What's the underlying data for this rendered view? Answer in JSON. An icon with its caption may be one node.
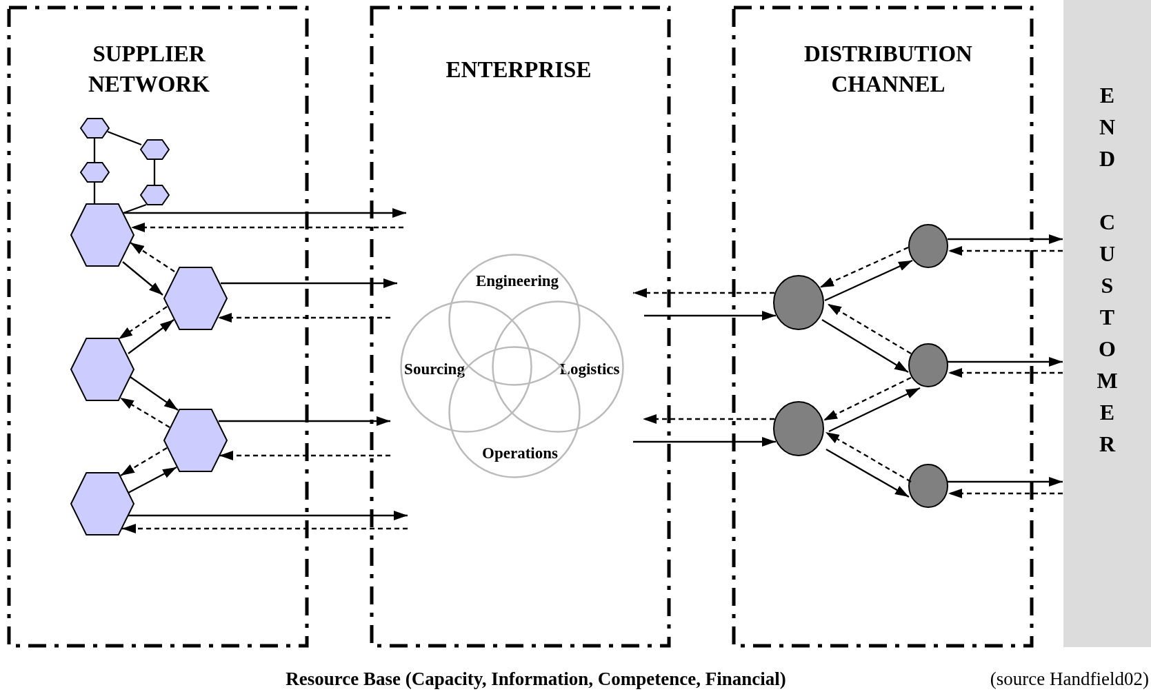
{
  "diagram": {
    "nodes": [
      {
        "text": [
          "SUPPLIER NETWORK"
        ]
      },
      {
        "text": [
          "ENTERPRISE"
        ]
      },
      {
        "text": [
          "DISTRIBUTION CHANNEL"
        ]
      },
      {
        "text": [
          "END CUSTOMER"
        ]
      },
      {
        "text": [],
        "shape": "hexagon",
        "in": 0
      },
      {
        "text": [],
        "shape": "hexagon",
        "in": 0
      },
      {
        "text": [],
        "shape": "hexagon",
        "in": 0
      },
      {
        "text": [],
        "shape": "hexagon",
        "in": 0
      },
      {
        "text": [],
        "shape": "hexagon",
        "in": 0
      },
      {
        "text": [],
        "shape": "hexagon",
        "in": 0
      },
      {
        "text": [],
        "shape": "hexagon",
        "in": 0
      },
      {
        "text": [],
        "shape": "hexagon",
        "in": 0
      },
      {
        "text": [],
        "shape": "hexagon",
        "in": 0
      },
      {
        "text": [
          "Engineering"
        ],
        "in": 1
      },
      {
        "text": [
          "Sourcing"
        ],
        "in": 1
      },
      {
        "text": [
          "Logistics"
        ],
        "in": 1
      },
      {
        "text": [
          "Operations"
        ],
        "in": 1
      },
      {
        "text": [],
        "shape": "circle",
        "in": 2
      },
      {
        "text": [],
        "shape": "circle",
        "in": 2
      },
      {
        "text": [],
        "shape": "circle",
        "in": 2
      },
      {
        "text": [],
        "shape": "circle",
        "in": 2
      },
      {
        "text": [],
        "shape": "circle",
        "in": 2
      }
    ],
    "edges": [
      {
        "from": 4,
        "to": 5,
        "arrow": "none"
      },
      {
        "from": 4,
        "to": 6,
        "arrow": "none"
      },
      {
        "from": 5,
        "to": 8,
        "arrow": "none"
      },
      {
        "from": 6,
        "to": 7,
        "arrow": "none"
      },
      {
        "from": 7,
        "to": 8,
        "arrow": "none"
      },
      {
        "from": 8,
        "to": 1,
        "arrow": "to"
      },
      {
        "from": 1,
        "to": 8,
        "arrow": "to",
        "style": "dashed"
      },
      {
        "from": 8,
        "to": 9,
        "arrow": "to"
      },
      {
        "from": 9,
        "to": 8,
        "arrow": "to",
        "style": "dashed"
      },
      {
        "from": 9,
        "to": 1,
        "arrow": "to"
      },
      {
        "from": 1,
        "to": 9,
        "arrow": "to",
        "style": "dashed"
      },
      {
        "from": 10,
        "to": 9,
        "arrow": "to"
      },
      {
        "from": 9,
        "to": 10,
        "arrow": "to",
        "style": "dashed"
      },
      {
        "from": 10,
        "to": 11,
        "arrow": "to"
      },
      {
        "from": 11,
        "to": 10,
        "arrow": "to",
        "style": "dashed"
      },
      {
        "from": 11,
        "to": 1,
        "arrow": "to"
      },
      {
        "from": 1,
        "to": 11,
        "arrow": "to",
        "style": "dashed"
      },
      {
        "from": 12,
        "to": 11,
        "arrow": "to"
      },
      {
        "from": 11,
        "to": 12,
        "arrow": "to",
        "style": "dashed"
      },
      {
        "from": 12,
        "to": 1,
        "arrow": "to"
      },
      {
        "from": 1,
        "to": 12,
        "arrow": "to",
        "style": "dashed"
      },
      {
        "from": 17,
        "to": 1,
        "arrow": "to",
        "style": "dashed"
      },
      {
        "from": 1,
        "to": 17,
        "arrow": "to"
      },
      {
        "from": 17,
        "to": 19,
        "arrow": "to"
      },
      {
        "from": 19,
        "to": 17,
        "arrow": "to",
        "style": "dashed"
      },
      {
        "from": 17,
        "to": 20,
        "arrow": "to"
      },
      {
        "from": 20,
        "to": 17,
        "arrow": "to",
        "style": "dashed"
      },
      {
        "from": 18,
        "to": 20,
        "arrow": "to"
      },
      {
        "from": 20,
        "to": 18,
        "arrow": "to",
        "style": "dashed"
      },
      {
        "from": 18,
        "to": 21,
        "arrow": "to"
      },
      {
        "from": 21,
        "to": 18,
        "arrow": "to",
        "style": "dashed"
      },
      {
        "from": 18,
        "to": 1,
        "arrow": "to",
        "style": "dashed"
      },
      {
        "from": 1,
        "to": 18,
        "arrow": "to"
      },
      {
        "from": 19,
        "to": 3,
        "arrow": "to"
      },
      {
        "from": 3,
        "to": 19,
        "arrow": "to",
        "style": "dashed"
      },
      {
        "from": 20,
        "to": 3,
        "arrow": "to"
      },
      {
        "from": 3,
        "to": 20,
        "arrow": "to",
        "style": "dashed"
      },
      {
        "from": 21,
        "to": 3,
        "arrow": "to"
      },
      {
        "from": 3,
        "to": 21,
        "arrow": "to",
        "style": "dashed"
      }
    ],
    "labels": [
      "Resource Base (Capacity, Information, Competence, Financial)",
      "(source Handfield02)"
    ]
  }
}
